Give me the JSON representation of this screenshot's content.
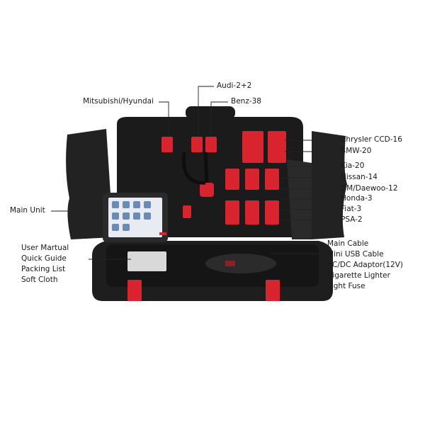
{
  "labels_top": {
    "mitsubishi": "Mitsubishi/Hyundai",
    "audi": "Audi-2+2",
    "benz": "Benz-38"
  },
  "labels_right": {
    "chrysler": "Chrysler CCD-16",
    "bmw": "BMW-20",
    "kia": "Kia-20",
    "nissan": "Nissan-14",
    "gm": "GM/Daewoo-12",
    "honda": "Honda-3",
    "fiat": "Fiat-3",
    "psa": "PSA-2"
  },
  "labels_left": {
    "main_unit": "Main Unit",
    "user_manual": "User Martual",
    "quick_guide": "Quick Guide",
    "packing_list": "Packing List",
    "soft_cloth": "Soft Cloth"
  },
  "labels_bottom_right": {
    "main_cable": "Main Cable",
    "mini_usb": "Mini USB Cable",
    "acdc": "AC/DC Adaptor(12V)",
    "cigarette": "Cigarette Lighter",
    "fuse": "Light Fuse"
  },
  "colors": {
    "case_black": "#1c1c1c",
    "accent_red": "#d9232e",
    "line": "#222222"
  }
}
